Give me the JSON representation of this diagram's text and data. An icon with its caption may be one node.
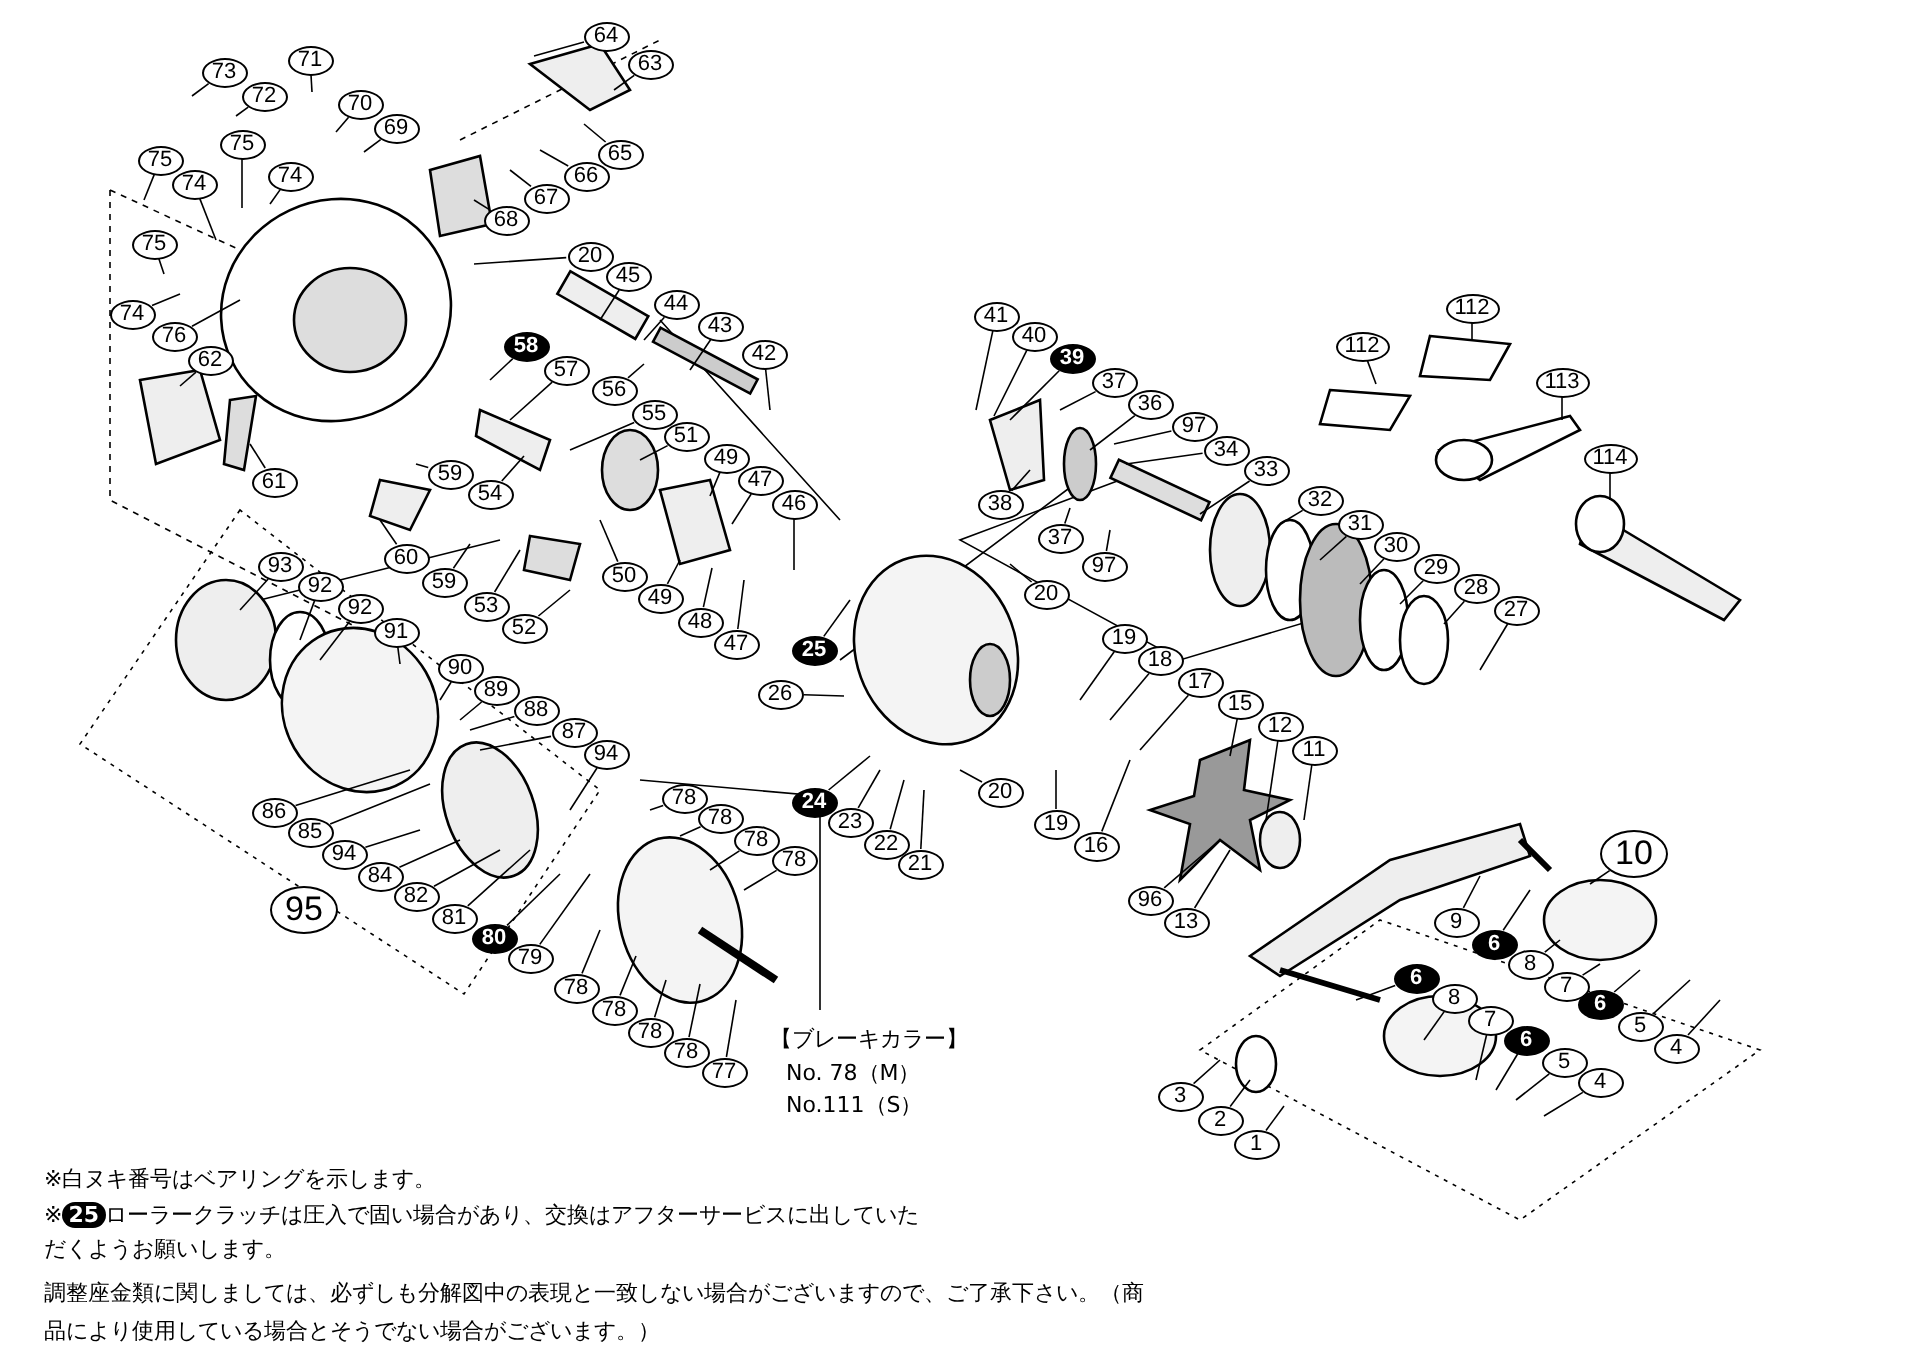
{
  "diagram": {
    "nodes": [
      {
        "text": [
          "64"
        ]
      },
      {
        "text": [
          "63"
        ]
      },
      {
        "text": [
          "73"
        ]
      },
      {
        "text": [
          "72"
        ]
      },
      {
        "text": [
          "71"
        ]
      },
      {
        "text": [
          "70"
        ]
      },
      {
        "text": [
          "69"
        ]
      },
      {
        "text": [
          "75"
        ]
      },
      {
        "text": [
          "74"
        ]
      },
      {
        "text": [
          "75"
        ]
      },
      {
        "text": [
          "74"
        ]
      },
      {
        "text": [
          "75"
        ]
      },
      {
        "text": [
          "74"
        ]
      },
      {
        "text": [
          "76"
        ]
      },
      {
        "text": [
          "62"
        ]
      },
      {
        "text": [
          "61"
        ]
      },
      {
        "text": [
          "20"
        ]
      },
      {
        "text": [
          "45"
        ]
      },
      {
        "text": [
          "44"
        ]
      },
      {
        "text": [
          "43"
        ]
      },
      {
        "text": [
          "42"
        ]
      },
      {
        "text": [
          "58"
        ]
      },
      {
        "text": [
          "57"
        ]
      },
      {
        "text": [
          "56"
        ]
      },
      {
        "text": [
          "55"
        ]
      },
      {
        "text": [
          "51"
        ]
      },
      {
        "text": [
          "49"
        ]
      },
      {
        "text": [
          "47"
        ]
      },
      {
        "text": [
          "46"
        ]
      },
      {
        "text": [
          "68"
        ]
      },
      {
        "text": [
          "67"
        ]
      },
      {
        "text": [
          "66"
        ]
      },
      {
        "text": [
          "65"
        ]
      },
      {
        "text": [
          "59"
        ]
      },
      {
        "text": [
          "54"
        ]
      },
      {
        "text": [
          "60"
        ]
      },
      {
        "text": [
          "59"
        ]
      },
      {
        "text": [
          "93"
        ]
      },
      {
        "text": [
          "92"
        ]
      },
      {
        "text": [
          "92"
        ]
      },
      {
        "text": [
          "91"
        ]
      },
      {
        "text": [
          "90"
        ]
      },
      {
        "text": [
          "89"
        ]
      },
      {
        "text": [
          "88"
        ]
      },
      {
        "text": [
          "87"
        ]
      },
      {
        "text": [
          "94"
        ]
      },
      {
        "text": [
          "86"
        ]
      },
      {
        "text": [
          "85"
        ]
      },
      {
        "text": [
          "94"
        ]
      },
      {
        "text": [
          "84"
        ]
      },
      {
        "text": [
          "82"
        ]
      },
      {
        "text": [
          "81"
        ]
      },
      {
        "text": [
          "80"
        ]
      },
      {
        "text": [
          "79"
        ]
      },
      {
        "text": [
          "78"
        ]
      },
      {
        "text": [
          "78"
        ]
      },
      {
        "text": [
          "78"
        ]
      },
      {
        "text": [
          "78"
        ]
      },
      {
        "text": [
          "78"
        ]
      },
      {
        "text": [
          "78"
        ]
      },
      {
        "text": [
          "78"
        ]
      },
      {
        "text": [
          "78"
        ]
      },
      {
        "text": [
          "77"
        ]
      },
      {
        "text": [
          "53"
        ]
      },
      {
        "text": [
          "52"
        ]
      },
      {
        "text": [
          "50"
        ]
      },
      {
        "text": [
          "49"
        ]
      },
      {
        "text": [
          "48"
        ]
      },
      {
        "text": [
          "47"
        ]
      },
      {
        "text": [
          "25"
        ]
      },
      {
        "text": [
          "26"
        ]
      },
      {
        "text": [
          "24"
        ]
      },
      {
        "text": [
          "23"
        ]
      },
      {
        "text": [
          "22"
        ]
      },
      {
        "text": [
          "21"
        ]
      },
      {
        "text": [
          "41"
        ]
      },
      {
        "text": [
          "40"
        ]
      },
      {
        "text": [
          "39"
        ]
      },
      {
        "text": [
          "37"
        ]
      },
      {
        "text": [
          "36"
        ]
      },
      {
        "text": [
          "97"
        ]
      },
      {
        "text": [
          "34"
        ]
      },
      {
        "text": [
          "33"
        ]
      },
      {
        "text": [
          "38"
        ]
      },
      {
        "text": [
          "37"
        ]
      },
      {
        "text": [
          "97"
        ]
      },
      {
        "text": [
          "32"
        ]
      },
      {
        "text": [
          "31"
        ]
      },
      {
        "text": [
          "30"
        ]
      },
      {
        "text": [
          "29"
        ]
      },
      {
        "text": [
          "28"
        ]
      },
      {
        "text": [
          "27"
        ]
      },
      {
        "text": [
          "112"
        ]
      },
      {
        "text": [
          "112"
        ]
      },
      {
        "text": [
          "113"
        ]
      },
      {
        "text": [
          "114"
        ]
      },
      {
        "text": [
          "20"
        ]
      },
      {
        "text": [
          "20"
        ]
      },
      {
        "text": [
          "19"
        ]
      },
      {
        "text": [
          "18"
        ]
      },
      {
        "text": [
          "17"
        ]
      },
      {
        "text": [
          "15"
        ]
      },
      {
        "text": [
          "12"
        ]
      },
      {
        "text": [
          "11"
        ]
      },
      {
        "text": [
          "19"
        ]
      },
      {
        "text": [
          "16"
        ]
      },
      {
        "text": [
          "96"
        ]
      },
      {
        "text": [
          "13"
        ]
      },
      {
        "text": [
          "10"
        ]
      },
      {
        "text": [
          "9"
        ]
      },
      {
        "text": [
          "6"
        ]
      },
      {
        "text": [
          "8"
        ]
      },
      {
        "text": [
          "7"
        ]
      },
      {
        "text": [
          "6"
        ]
      },
      {
        "text": [
          "5"
        ]
      },
      {
        "text": [
          "4"
        ]
      },
      {
        "text": [
          "6"
        ]
      },
      {
        "text": [
          "8"
        ]
      },
      {
        "text": [
          "7"
        ]
      },
      {
        "text": [
          "6"
        ]
      },
      {
        "text": [
          "5"
        ]
      },
      {
        "text": [
          "4"
        ]
      },
      {
        "text": [
          "3"
        ]
      },
      {
        "text": [
          "2"
        ]
      },
      {
        "text": [
          "1"
        ]
      },
      {
        "text": [
          "95"
        ]
      }
    ],
    "edges": [
      {
        "from": 0,
        "to": null,
        "arrow": "none"
      },
      {
        "from": 1,
        "to": null,
        "arrow": "none"
      },
      {
        "from": 2,
        "to": null,
        "arrow": "none"
      },
      {
        "from": 3,
        "to": null,
        "arrow": "none"
      },
      {
        "from": 4,
        "to": null,
        "arrow": "none"
      },
      {
        "from": 5,
        "to": null,
        "arrow": "none"
      },
      {
        "from": 6,
        "to": null,
        "arrow": "none"
      },
      {
        "from": 7,
        "to": null,
        "arrow": "none"
      },
      {
        "from": 8,
        "to": null,
        "arrow": "none"
      },
      {
        "from": 9,
        "to": null,
        "arrow": "none"
      },
      {
        "from": 10,
        "to": null,
        "arrow": "none"
      },
      {
        "from": 11,
        "to": null,
        "arrow": "none"
      },
      {
        "from": 12,
        "to": null,
        "arrow": "none"
      },
      {
        "from": 13,
        "to": null,
        "arrow": "none"
      },
      {
        "from": 14,
        "to": null,
        "arrow": "none"
      },
      {
        "from": 15,
        "to": null,
        "arrow": "none"
      },
      {
        "from": 16,
        "to": null,
        "arrow": "none"
      },
      {
        "from": 17,
        "to": null,
        "arrow": "none"
      },
      {
        "from": 18,
        "to": null,
        "arrow": "none"
      },
      {
        "from": 19,
        "to": null,
        "arrow": "none"
      },
      {
        "from": 20,
        "to": null,
        "arrow": "none"
      },
      {
        "from": 21,
        "to": null,
        "arrow": "none"
      },
      {
        "from": 22,
        "to": null,
        "arrow": "none"
      },
      {
        "from": 23,
        "to": null,
        "arrow": "none"
      },
      {
        "from": 24,
        "to": null,
        "arrow": "none"
      },
      {
        "from": 25,
        "to": null,
        "arrow": "none"
      },
      {
        "from": 26,
        "to": null,
        "arrow": "none"
      },
      {
        "from": 27,
        "to": null,
        "arrow": "none"
      },
      {
        "from": 28,
        "to": null,
        "arrow": "none"
      },
      {
        "from": 29,
        "to": null,
        "arrow": "none"
      },
      {
        "from": 30,
        "to": null,
        "arrow": "none"
      },
      {
        "from": 31,
        "to": null,
        "arrow": "none"
      },
      {
        "from": 32,
        "to": null,
        "arrow": "none"
      },
      {
        "from": 33,
        "to": null,
        "arrow": "none"
      },
      {
        "from": 34,
        "to": null,
        "arrow": "none"
      },
      {
        "from": 35,
        "to": null,
        "arrow": "none"
      },
      {
        "from": 36,
        "to": null,
        "arrow": "none"
      },
      {
        "from": 37,
        "to": null,
        "arrow": "none"
      },
      {
        "from": 38,
        "to": null,
        "arrow": "none"
      },
      {
        "from": 39,
        "to": null,
        "arrow": "none"
      },
      {
        "from": 40,
        "to": null,
        "arrow": "none"
      },
      {
        "from": 41,
        "to": null,
        "arrow": "none"
      },
      {
        "from": 42,
        "to": null,
        "arrow": "none"
      },
      {
        "from": 43,
        "to": null,
        "arrow": "none"
      },
      {
        "from": 44,
        "to": null,
        "arrow": "none"
      },
      {
        "from": 45,
        "to": null,
        "arrow": "none"
      },
      {
        "from": 46,
        "to": null,
        "arrow": "none"
      },
      {
        "from": 47,
        "to": null,
        "arrow": "none"
      },
      {
        "from": 48,
        "to": null,
        "arrow": "none"
      },
      {
        "from": 49,
        "to": null,
        "arrow": "none"
      },
      {
        "from": 50,
        "to": null,
        "arrow": "none"
      },
      {
        "from": 51,
        "to": null,
        "arrow": "none"
      },
      {
        "from": 52,
        "to": null,
        "arrow": "none"
      },
      {
        "from": 53,
        "to": null,
        "arrow": "none"
      },
      {
        "from": 54,
        "to": null,
        "arrow": "none"
      },
      {
        "from": 55,
        "to": null,
        "arrow": "none"
      },
      {
        "from": 56,
        "to": null,
        "arrow": "none"
      },
      {
        "from": 57,
        "to": null,
        "arrow": "none"
      },
      {
        "from": 58,
        "to": null,
        "arrow": "none"
      },
      {
        "from": 59,
        "to": null,
        "arrow": "none"
      },
      {
        "from": 60,
        "to": null,
        "arrow": "none"
      },
      {
        "from": 61,
        "to": null,
        "arrow": "none"
      },
      {
        "from": 62,
        "to": null,
        "arrow": "none"
      },
      {
        "from": 63,
        "to": null,
        "arrow": "none"
      },
      {
        "from": 64,
        "to": null,
        "arrow": "none"
      },
      {
        "from": 65,
        "to": null,
        "arrow": "none"
      },
      {
        "from": 66,
        "to": null,
        "arrow": "none"
      },
      {
        "from": 67,
        "to": null,
        "arrow": "none"
      },
      {
        "from": 68,
        "to": null,
        "arrow": "none"
      },
      {
        "from": 69,
        "to": null,
        "arrow": "none"
      },
      {
        "from": 70,
        "to": null,
        "arrow": "none"
      },
      {
        "from": 71,
        "to": null,
        "arrow": "none"
      },
      {
        "from": 72,
        "to": null,
        "arrow": "none"
      },
      {
        "from": 73,
        "to": null,
        "arrow": "none"
      },
      {
        "from": 74,
        "to": null,
        "arrow": "none"
      },
      {
        "from": 75,
        "to": null,
        "arrow": "none"
      },
      {
        "from": 76,
        "to": null,
        "arrow": "none"
      },
      {
        "from": 77,
        "to": null,
        "arrow": "none"
      },
      {
        "from": 78,
        "to": null,
        "arrow": "none"
      },
      {
        "from": 79,
        "to": null,
        "arrow": "none"
      },
      {
        "from": 80,
        "to": null,
        "arrow": "none"
      },
      {
        "from": 81,
        "to": null,
        "arrow": "none"
      },
      {
        "from": 82,
        "to": null,
        "arrow": "none"
      },
      {
        "from": 83,
        "to": null,
        "arrow": "none"
      },
      {
        "from": 84,
        "to": null,
        "arrow": "none"
      },
      {
        "from": 85,
        "to": null,
        "arrow": "none"
      },
      {
        "from": 86,
        "to": null,
        "arrow": "none"
      },
      {
        "from": 87,
        "to": null,
        "arrow": "none"
      },
      {
        "from": 88,
        "to": null,
        "arrow": "none"
      },
      {
        "from": 89,
        "to": null,
        "arrow": "none"
      },
      {
        "from": 90,
        "to": null,
        "arrow": "none"
      },
      {
        "from": 91,
        "to": null,
        "arrow": "none"
      },
      {
        "from": 92,
        "to": null,
        "arrow": "none"
      },
      {
        "from": 93,
        "to": null,
        "arrow": "none"
      },
      {
        "from": 94,
        "to": null,
        "arrow": "none"
      },
      {
        "from": 95,
        "to": null,
        "arrow": "none"
      },
      {
        "from": 96,
        "to": null,
        "arrow": "none"
      },
      {
        "from": 97,
        "to": null,
        "arrow": "none"
      },
      {
        "from": 98,
        "to": null,
        "arrow": "none"
      },
      {
        "from": 99,
        "to": null,
        "arrow": "none"
      },
      {
        "from": 100,
        "to": null,
        "arrow": "none"
      },
      {
        "from": 101,
        "to": null,
        "arrow": "none"
      },
      {
        "from": 102,
        "to": null,
        "arrow": "none"
      },
      {
        "from": 103,
        "to": null,
        "arrow": "none"
      },
      {
        "from": 104,
        "to": null,
        "arrow": "none"
      },
      {
        "from": 105,
        "to": null,
        "arrow": "none"
      },
      {
        "from": 106,
        "to": null,
        "arrow": "none"
      },
      {
        "from": 107,
        "to": null,
        "arrow": "none"
      },
      {
        "from": 108,
        "to": null,
        "arrow": "none"
      },
      {
        "from": 109,
        "to": null,
        "arrow": "none"
      },
      {
        "from": 110,
        "to": null,
        "arrow": "none"
      },
      {
        "from": 111,
        "to": null,
        "arrow": "none"
      },
      {
        "from": 112,
        "to": null,
        "arrow": "none"
      },
      {
        "from": 113,
        "to": null,
        "arrow": "none"
      },
      {
        "from": 114,
        "to": null,
        "arrow": "none"
      },
      {
        "from": 115,
        "to": null,
        "arrow": "none"
      },
      {
        "from": 116,
        "to": null,
        "arrow": "none"
      },
      {
        "from": 117,
        "to": null,
        "arrow": "none"
      },
      {
        "from": 118,
        "to": null,
        "arrow": "none"
      },
      {
        "from": 119,
        "to": null,
        "arrow": "none"
      },
      {
        "from": 120,
        "to": null,
        "arrow": "none"
      },
      {
        "from": 121,
        "to": null,
        "arrow": "none"
      },
      {
        "from": 122,
        "to": null,
        "arrow": "none"
      },
      {
        "from": 123,
        "to": null,
        "arrow": "none"
      },
      {
        "from": 124,
        "to": null,
        "arrow": "none"
      }
    ],
    "labels": [
      "【ブレーキカラー】",
      "No. 78（M）",
      "No.111（S）",
      "※白ヌキ番号はベアリングを示します。",
      "※**25**ローラークラッチは圧入で固い場合があり、交換はアフターサービスに出していただくようお願いします。",
      "調整座金類に関しましては、必ずしも分解図中の表現と一致しない場合がございますので、ご了承下さい。（商品により使用している場合とそうでない場合がございます。）"
    ]
  }
}
